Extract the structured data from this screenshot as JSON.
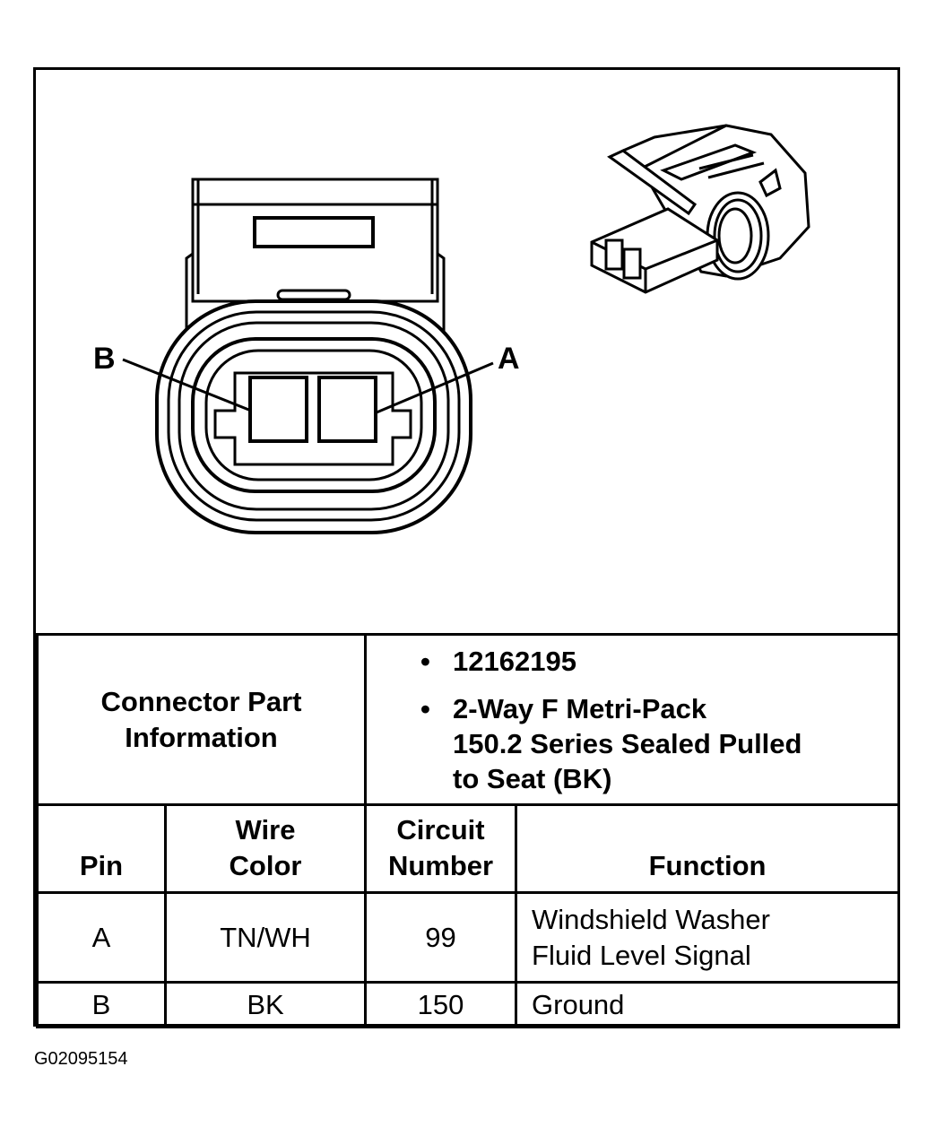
{
  "diagram": {
    "pin_labels": {
      "left": "B",
      "right": "A"
    }
  },
  "connector_info": {
    "label_line1": "Connector Part",
    "label_line2": "Information",
    "items": [
      {
        "lines": [
          "12162195"
        ]
      },
      {
        "lines": [
          "2-Way F Metri-Pack",
          "150.2 Series Sealed Pulled",
          "to Seat (BK)"
        ]
      }
    ]
  },
  "table": {
    "headers": {
      "pin": "Pin",
      "wire_color": [
        "Wire",
        "Color"
      ],
      "circuit_number": [
        "Circuit",
        "Number"
      ],
      "function": "Function"
    },
    "rows": [
      {
        "pin": "A",
        "wire_color": "TN/WH",
        "circuit": "99",
        "function": [
          "Windshield Washer",
          "Fluid Level Signal"
        ]
      },
      {
        "pin": "B",
        "wire_color": "BK",
        "circuit": "150",
        "function": [
          "Ground"
        ]
      }
    ]
  },
  "footer": {
    "diagram_id": "G02095154"
  }
}
